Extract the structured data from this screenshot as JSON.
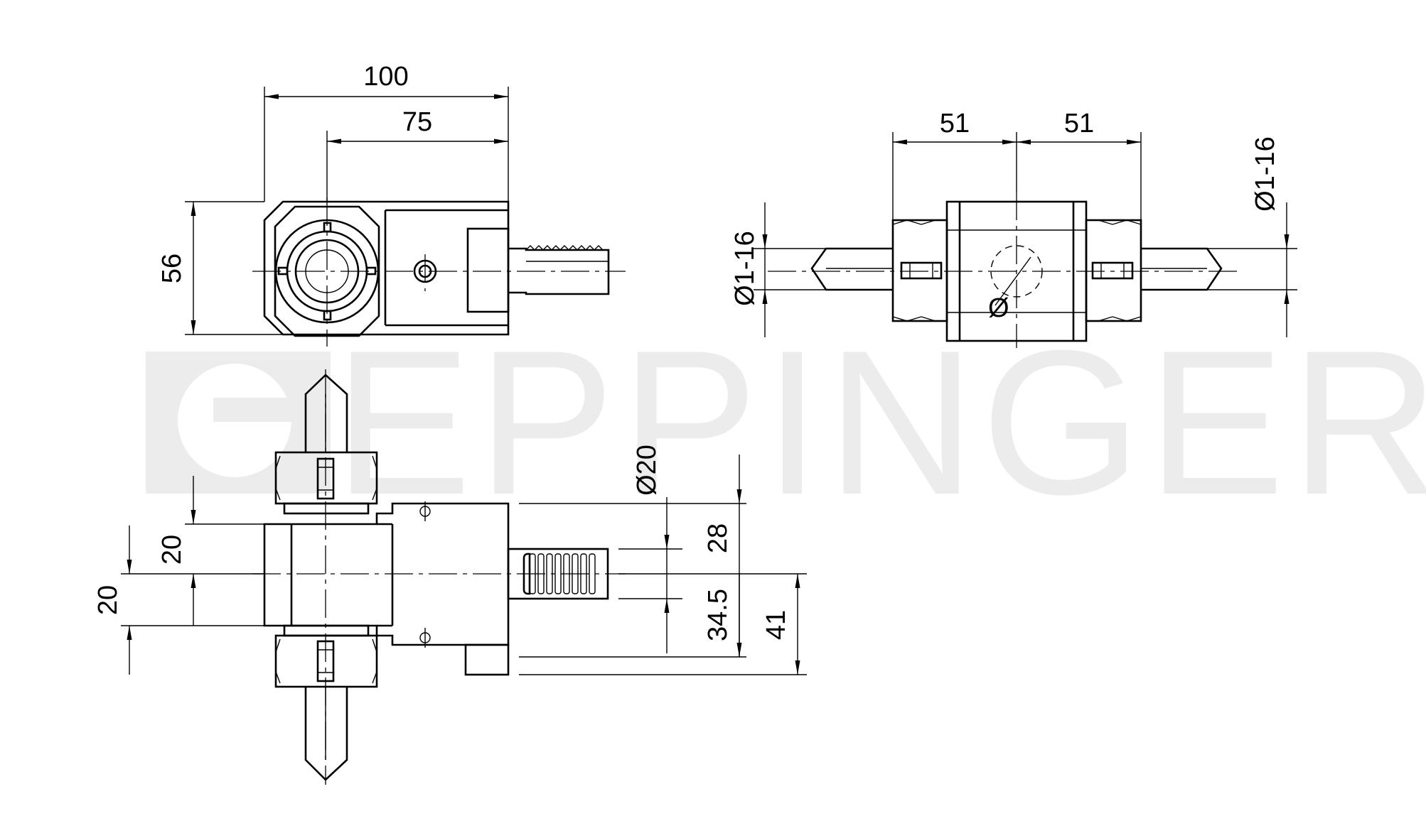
{
  "watermark": {
    "text": "EPPINGER",
    "logo": "eppinger-logo-icon"
  },
  "dimensions": {
    "top_view_length": "100",
    "top_view_axis_offset": "75",
    "top_view_height": "56",
    "side_view_left_width": "51",
    "side_view_right_width": "51",
    "collet_range_left": "Ø1-16",
    "collet_range_right": "Ø1-16",
    "shank_diameter": "Ø20",
    "shank_to_top": "28",
    "shank_to_base": "34.5",
    "axis_to_bottom": "41",
    "center_upper": "20",
    "center_lower": "20"
  }
}
